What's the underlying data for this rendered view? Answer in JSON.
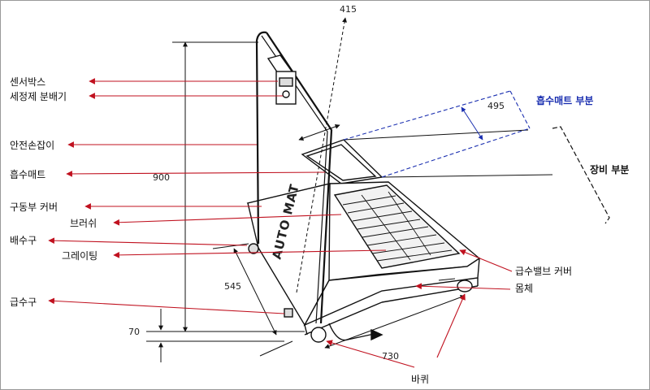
{
  "labels": {
    "sensor_box": "센서박스",
    "detergent_dispenser": "세정제 분배기",
    "safety_handle": "안전손잡이",
    "absorbent_mat": "흡수매트",
    "drive_cover": "구동부 커버",
    "brush": "브러쉬",
    "drain_port": "배수구",
    "grating": "그레이팅",
    "water_inlet": "급수구",
    "valve_cover": "급수밸브 커버",
    "body": "몸체",
    "wheel": "바퀴",
    "mat_section": "흡수매트 부분",
    "equipment_section": "장비 부분"
  },
  "dimensions": {
    "top": "415",
    "mat_width": "495",
    "height": "900",
    "depth": "545",
    "base": "70",
    "length": "730"
  },
  "product_text": "AUTO MAT",
  "colors": {
    "arrow": "#c0111f",
    "mat_dash": "#1a2fb0",
    "line": "#111111"
  }
}
